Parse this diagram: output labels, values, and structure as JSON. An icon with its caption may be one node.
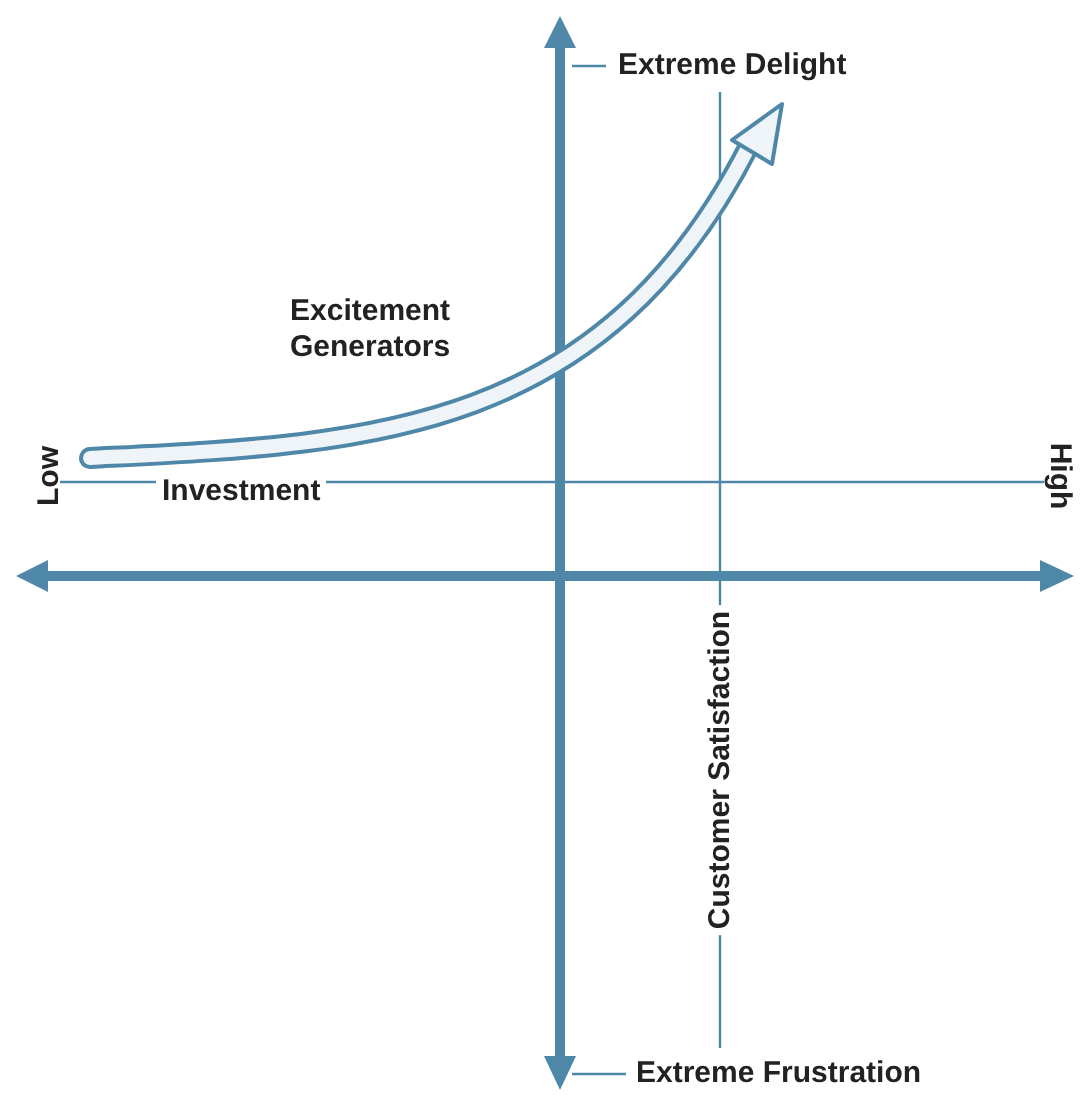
{
  "diagram": {
    "labels": [
      "Extreme Delight",
      "Excitement Generators",
      "Low",
      "Investment",
      "High",
      "Customer Satisfaction",
      "Extreme Frustration"
    ]
  }
}
